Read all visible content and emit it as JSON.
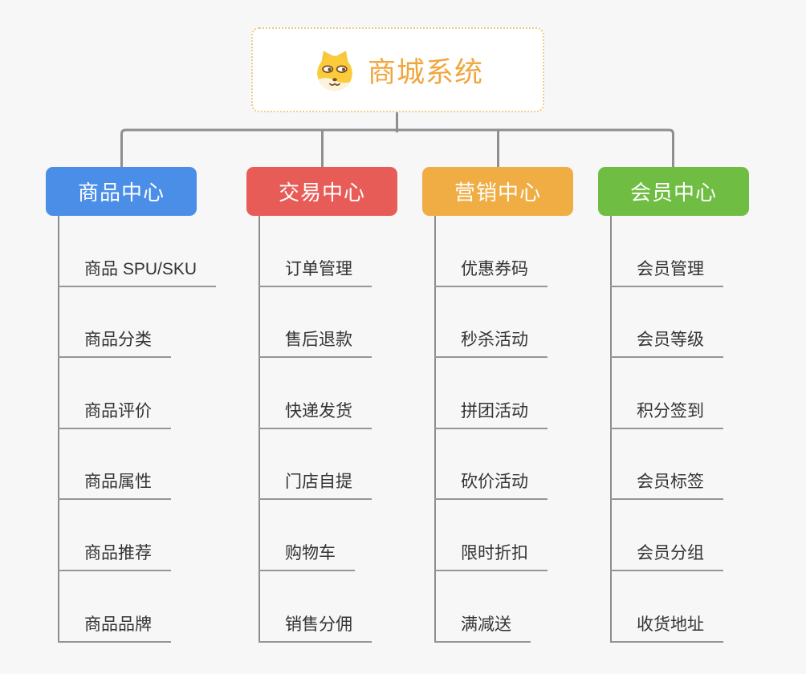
{
  "root": {
    "title": "商城系统",
    "icon": "dog-face-icon",
    "accent_color": "#f0a63d",
    "border_color": "#f3c884"
  },
  "connector_color": "#8f8f8f",
  "background_color": "#f7f7f7",
  "branches": [
    {
      "id": "product-center",
      "label": "商品中心",
      "color": "#4a8ee8",
      "children": [
        "商品 SPU/SKU",
        "商品分类",
        "商品评价",
        "商品属性",
        "商品推荐",
        "商品品牌"
      ]
    },
    {
      "id": "trade-center",
      "label": "交易中心",
      "color": "#e85c58",
      "children": [
        "订单管理",
        "售后退款",
        "快递发货",
        "门店自提",
        "购物车",
        "销售分佣"
      ]
    },
    {
      "id": "marketing-center",
      "label": "营销中心",
      "color": "#efad43",
      "children": [
        "优惠券码",
        "秒杀活动",
        "拼团活动",
        "砍价活动",
        "限时折扣",
        "满减送"
      ]
    },
    {
      "id": "member-center",
      "label": "会员中心",
      "color": "#6fbe43",
      "children": [
        "会员管理",
        "会员等级",
        "积分签到",
        "会员标签",
        "会员分组",
        "收货地址"
      ]
    }
  ]
}
